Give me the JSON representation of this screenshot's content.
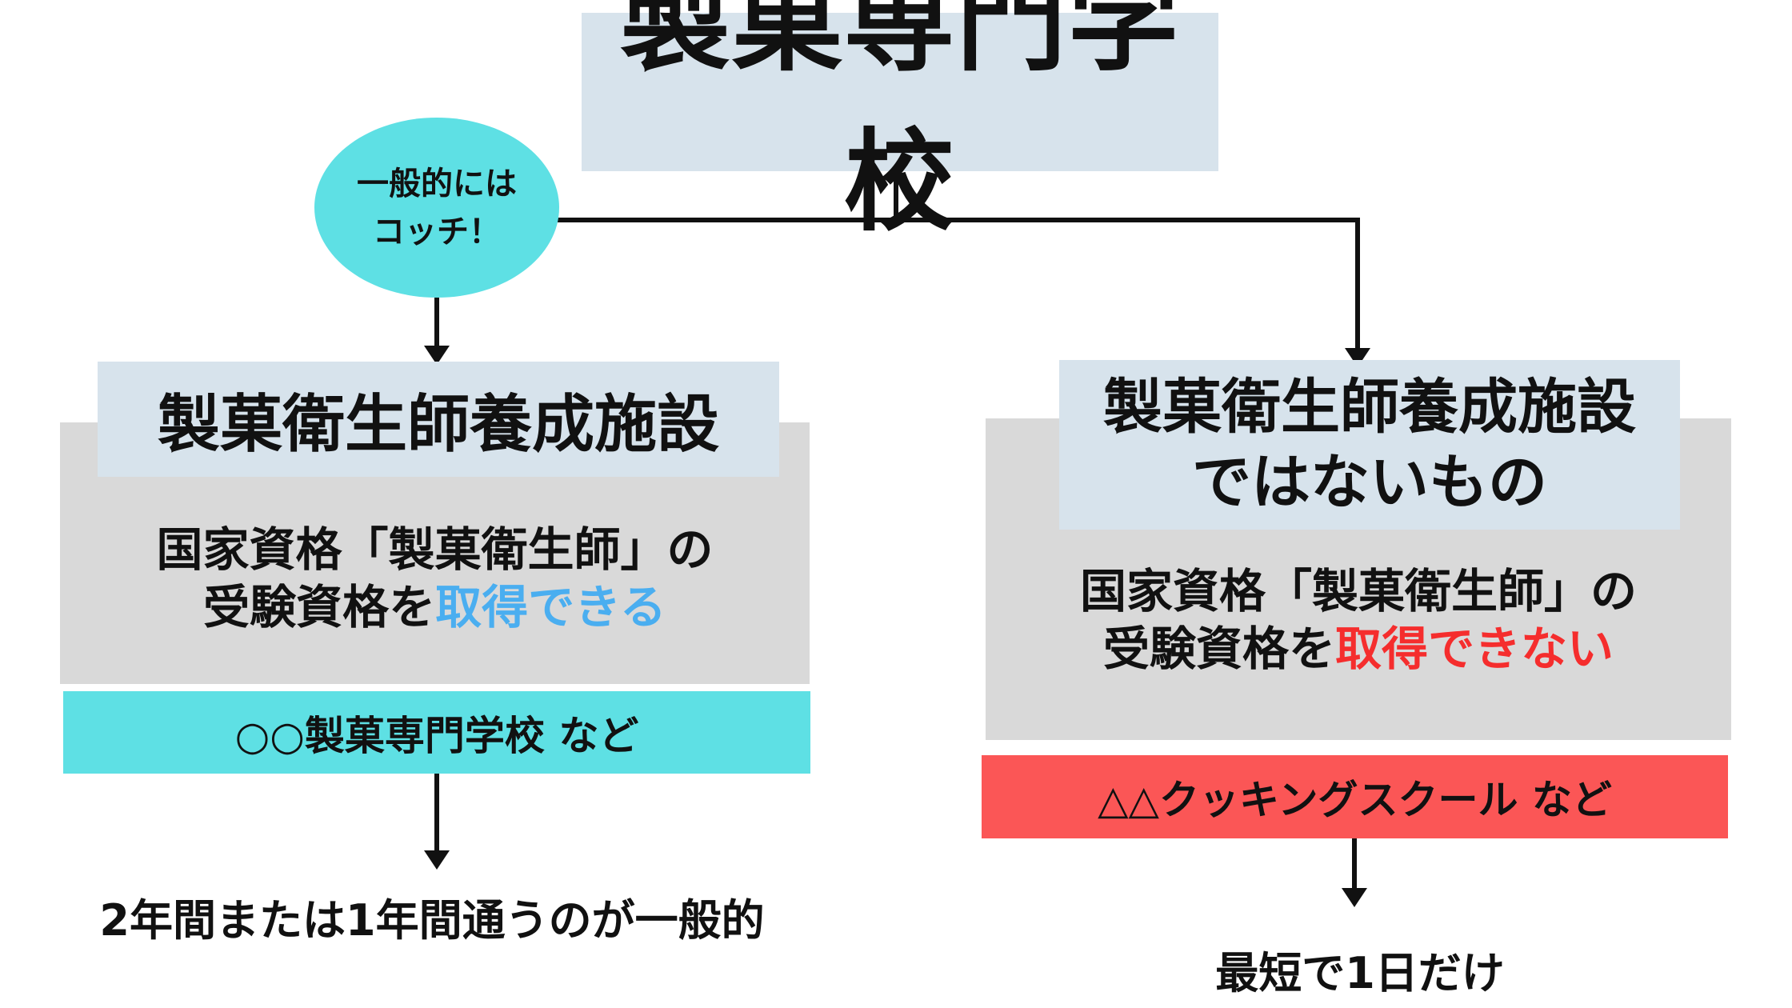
{
  "title": "製菓専門学校",
  "bubble": {
    "line1": "一般的には",
    "line2": "コッチ！"
  },
  "left": {
    "heading": "製菓衛生師養成施設",
    "desc_line1": "国家資格「製菓衛生師」の",
    "desc_line2_prefix": "受験資格を",
    "desc_line2_highlight": "取得できる",
    "highlight_color": "#4aaef0",
    "example": "○○製菓専門学校 など",
    "example_color": "#5ee0e4",
    "note": "2年間または1年間通うのが一般的"
  },
  "right": {
    "heading_line1": "製菓衛生師養成施設",
    "heading_line2": "ではないもの",
    "desc_line1": "国家資格「製菓衛生師」の",
    "desc_line2_prefix": "受験資格を",
    "desc_line2_highlight": "取得できない",
    "highlight_color": "#f52d2d",
    "example": "△△クッキングスクール など",
    "example_color": "#fb5656",
    "note": "最短で1日だけ"
  }
}
